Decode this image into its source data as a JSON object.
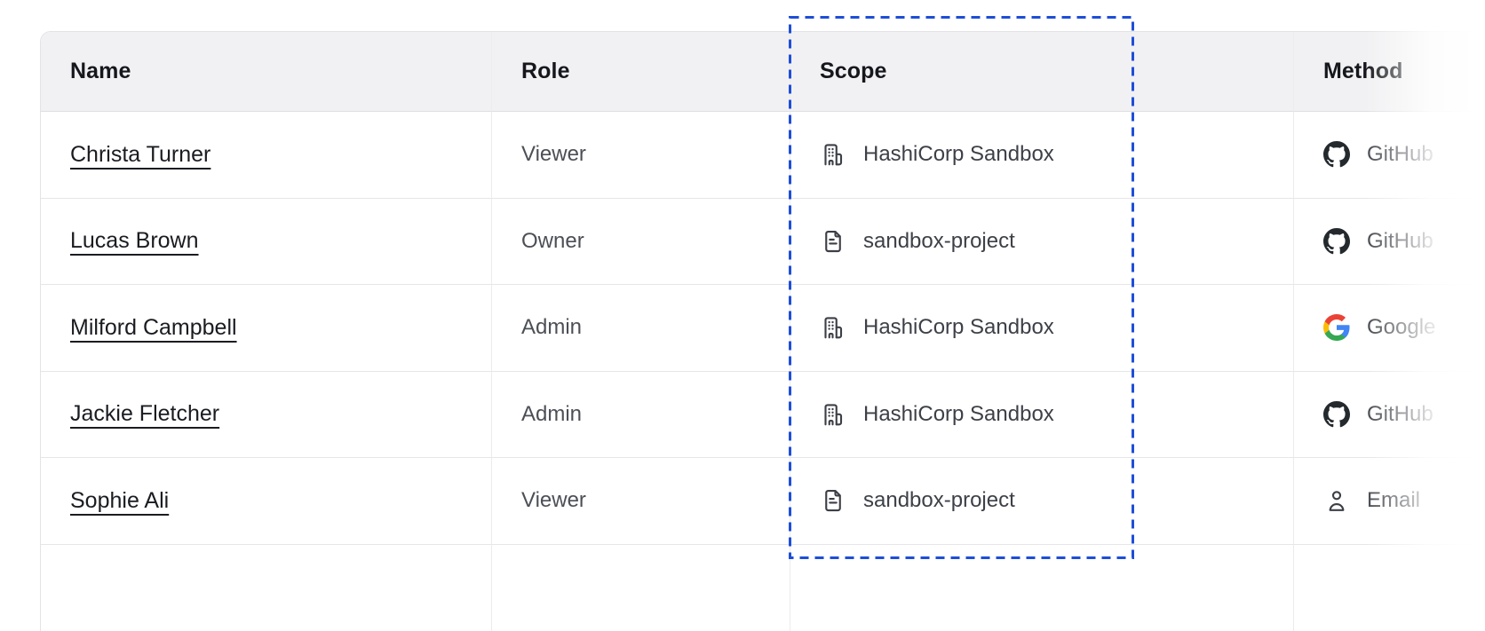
{
  "table": {
    "columns": [
      {
        "id": "name",
        "label": "Name"
      },
      {
        "id": "role",
        "label": "Role"
      },
      {
        "id": "scope",
        "label": "Scope"
      },
      {
        "id": "method",
        "label": "Method"
      }
    ],
    "rows": [
      {
        "name": "Christa Turner",
        "role": "Viewer",
        "scope": {
          "label": "HashiCorp Sandbox",
          "icon": "building-icon"
        },
        "method": {
          "label": "GitHub",
          "icon": "github-icon"
        }
      },
      {
        "name": "Lucas Brown",
        "role": "Owner",
        "scope": {
          "label": "sandbox-project",
          "icon": "file-icon"
        },
        "method": {
          "label": "GitHub",
          "icon": "github-icon"
        }
      },
      {
        "name": "Milford Campbell",
        "role": "Admin",
        "scope": {
          "label": "HashiCorp Sandbox",
          "icon": "building-icon"
        },
        "method": {
          "label": "Google",
          "icon": "google-icon"
        }
      },
      {
        "name": "Jackie Fletcher",
        "role": "Admin",
        "scope": {
          "label": "HashiCorp Sandbox",
          "icon": "building-icon"
        },
        "method": {
          "label": "GitHub",
          "icon": "github-icon"
        }
      },
      {
        "name": "Sophie Ali",
        "role": "Viewer",
        "scope": {
          "label": "sandbox-project",
          "icon": "file-icon"
        },
        "method": {
          "label": "Email",
          "icon": "person-icon"
        }
      }
    ]
  },
  "annotation": {
    "target": "scope-column",
    "highlight_color": "#1e4ed8"
  },
  "colors": {
    "header_bg": "#f1f1f3",
    "border": "#e3e3e6",
    "header_text": "#15171c",
    "link_text": "#1a1c21",
    "cell_text": "#4c4f56",
    "icon": "#3c3f46",
    "github_mark": "#24292e",
    "google_g": [
      "#4285F4",
      "#34A853",
      "#FBBC05",
      "#EA4335"
    ],
    "highlight": "#1e4ed8"
  }
}
